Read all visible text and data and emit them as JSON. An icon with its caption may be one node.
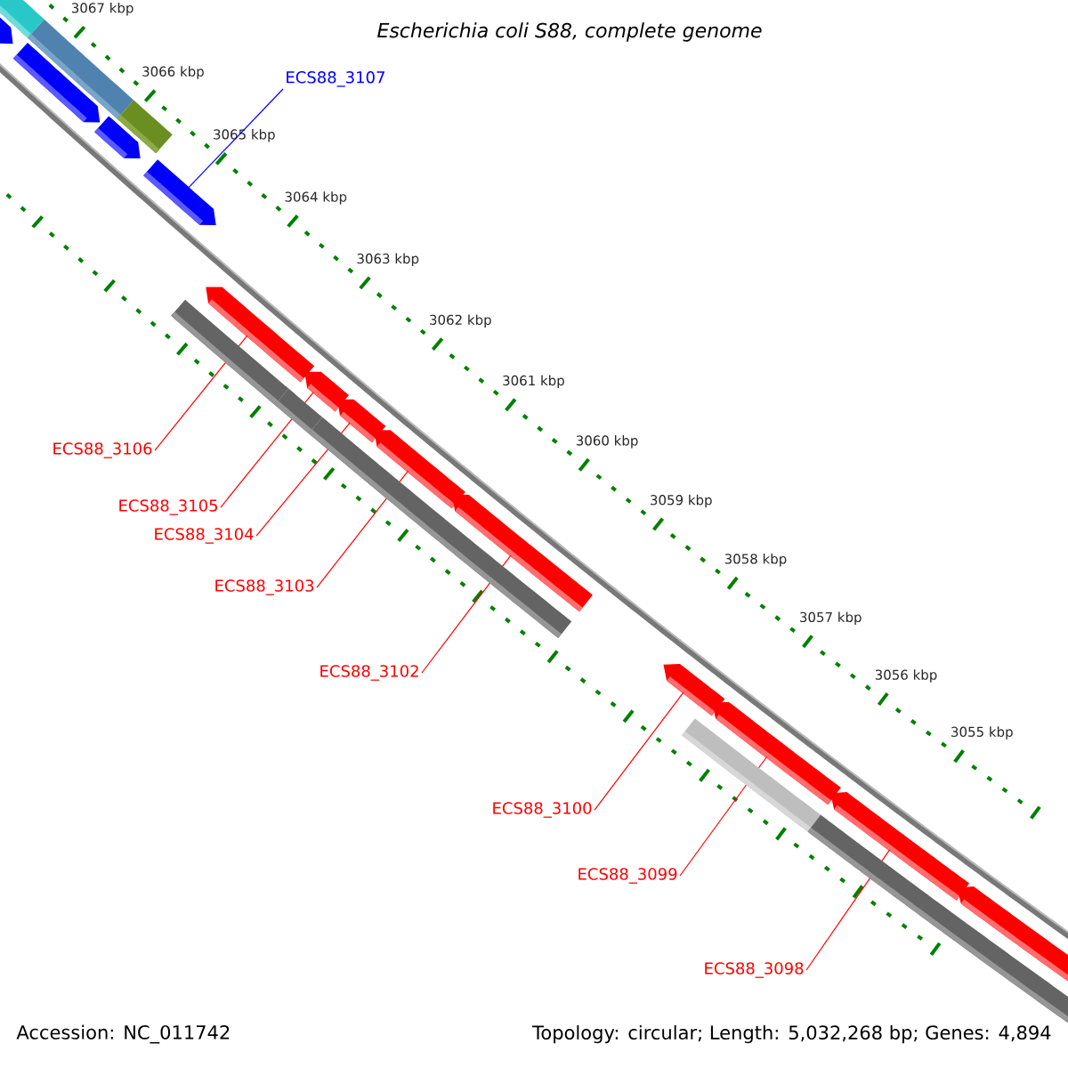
{
  "diagram": {
    "title": "Escherichia coli S88, complete genome",
    "nodes": [
      {
        "text": [
          "ECS88_3107"
        ]
      },
      {
        "text": [
          "ECS88_3106"
        ]
      },
      {
        "text": [
          "ECS88_3105"
        ]
      },
      {
        "text": [
          "ECS88_3104"
        ]
      },
      {
        "text": [
          "ECS88_3103"
        ]
      },
      {
        "text": [
          "ECS88_3102"
        ]
      },
      {
        "text": [
          "ECS88_3100"
        ]
      },
      {
        "text": [
          "ECS88_3099"
        ]
      },
      {
        "text": [
          "ECS88_3098"
        ]
      },
      {
        "text": [],
        "shape": "pentagon"
      },
      {
        "text": [],
        "shape": "pentagon"
      },
      {
        "text": [],
        "shape": "pentagon"
      },
      {
        "text": [],
        "shape": "pentagon"
      },
      {
        "text": [],
        "shape": "pentagon"
      },
      {
        "text": [],
        "shape": "pentagon"
      },
      {
        "text": [],
        "shape": "pentagon"
      },
      {
        "text": [],
        "shape": "pentagon"
      },
      {
        "text": [],
        "shape": "pentagon"
      }
    ],
    "edges": [
      {
        "from": 0,
        "to": 9,
        "arrow": "none",
        "color": "#0000ff"
      },
      {
        "from": 1,
        "to": 10,
        "arrow": "none"
      },
      {
        "from": 2,
        "to": 11,
        "arrow": "none"
      },
      {
        "from": 3,
        "to": 12,
        "arrow": "none"
      },
      {
        "from": 4,
        "to": 13,
        "arrow": "none"
      },
      {
        "from": 5,
        "to": 14,
        "arrow": "none"
      },
      {
        "from": 6,
        "to": 15,
        "arrow": "none"
      },
      {
        "from": 7,
        "to": 16,
        "arrow": "none"
      },
      {
        "from": 8,
        "to": 17,
        "arrow": "none"
      }
    ],
    "labels": [
      "3067 kbp",
      "3066 kbp",
      "3065 kbp",
      "3064 kbp",
      "3063 kbp",
      "3062 kbp",
      "3061 kbp",
      "3060 kbp",
      "3059 kbp",
      "3058 kbp",
      "3057 kbp",
      "3056 kbp",
      "3055 kbp",
      "Accession: NC_011742",
      "Topology: circular; Length: 5,032,268 bp; Genes: 4,894"
    ]
  }
}
